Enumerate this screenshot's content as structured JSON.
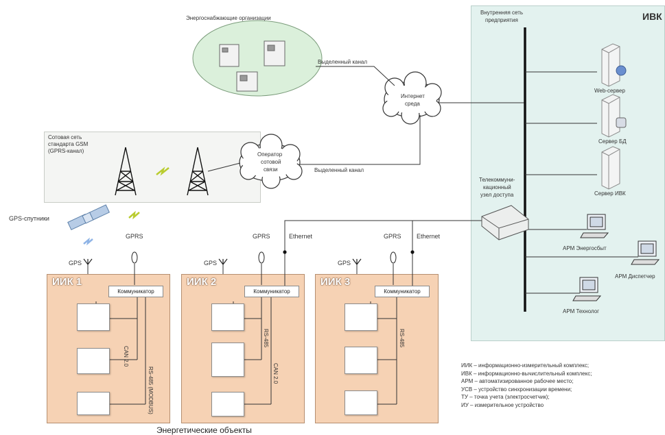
{
  "supply_orgs": {
    "label": "Энергоснабжающие организации"
  },
  "internet": {
    "label_line1": "Интернет",
    "label_line2": "среда"
  },
  "operator": {
    "label_line1": "Оператор",
    "label_line2": "сотовой",
    "label_line3": "связи"
  },
  "channels": {
    "top": "Выделенный канал",
    "bottom": "Выделенный канал"
  },
  "gsm": {
    "line1": "Сотовая сеть",
    "line2": "стандарта GSM",
    "line3": "(GPRS-канал)"
  },
  "gps_satellite": {
    "label": "GPS-спутники"
  },
  "gprs_label": "GPRS",
  "gps_label": "GPS",
  "ethernet_label": "Ethernet",
  "ivk": {
    "title": "ИВК",
    "network_line1": "Внутренняя сеть",
    "network_line2": "предприятия",
    "web_server": "Web-сервер",
    "db_server": "Сервер БД",
    "ivk_server": "Сервер ИВК",
    "telecom_line1": "Телекоммуни-",
    "telecom_line2": "кационный",
    "telecom_line3": "узел доступа",
    "arm_energosbyt": "АРМ Энергосбыт",
    "arm_dispatcher": "АРМ Диспетчер",
    "arm_technolog": "АРМ Технолог"
  },
  "iik": [
    {
      "title": "ИИК 1",
      "communicator": "Коммуникатор",
      "bus1": "CAN 2.0",
      "bus2": "RS-485 (MODBUS)"
    },
    {
      "title": "ИИК 2",
      "communicator": "Коммуникатор",
      "bus1": "RS-485",
      "bus2": "CAN 2.0"
    },
    {
      "title": "ИИК 3",
      "communicator": "Коммуникатор",
      "bus1": "RS-485"
    }
  ],
  "footer": {
    "label": "Энергетические объекты"
  },
  "legend": [
    "ИИК – информационно-измерительный комплекс;",
    "ИВК – информационно-вычислительный комплекс;",
    "АРМ – автоматизированное рабочее место;",
    "УСВ – устройство синхронизации времени;",
    "ТУ – точка учета (электросчетчик);",
    "ИУ – измерительное устройство"
  ],
  "colors": {
    "iik_fill": "#f6d2b4",
    "ivk_fill": "#e3f2ef",
    "supply_fill": "#dbf0db",
    "gsm_fill": "#f4f5f3"
  }
}
